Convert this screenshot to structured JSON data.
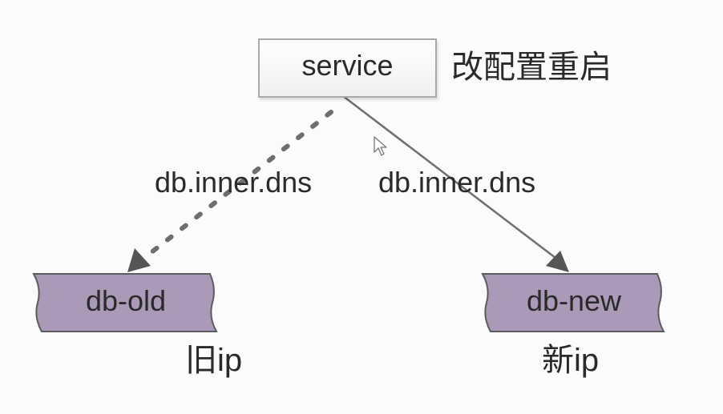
{
  "nodes": {
    "service": {
      "label": "service",
      "note": "改配置重启"
    },
    "db_old": {
      "label": "db-old",
      "note": "旧ip"
    },
    "db_new": {
      "label": "db-new",
      "note": "新ip"
    }
  },
  "edges": {
    "old": {
      "label": "db.inner.dns",
      "style": "dashed"
    },
    "new": {
      "label": "db.inner.dns",
      "style": "solid"
    }
  },
  "colors": {
    "db_fill": "#ab9ab7",
    "db_stroke": "#5c5c5c",
    "edge": "#6e6e6e",
    "text": "#2a2a2a"
  }
}
